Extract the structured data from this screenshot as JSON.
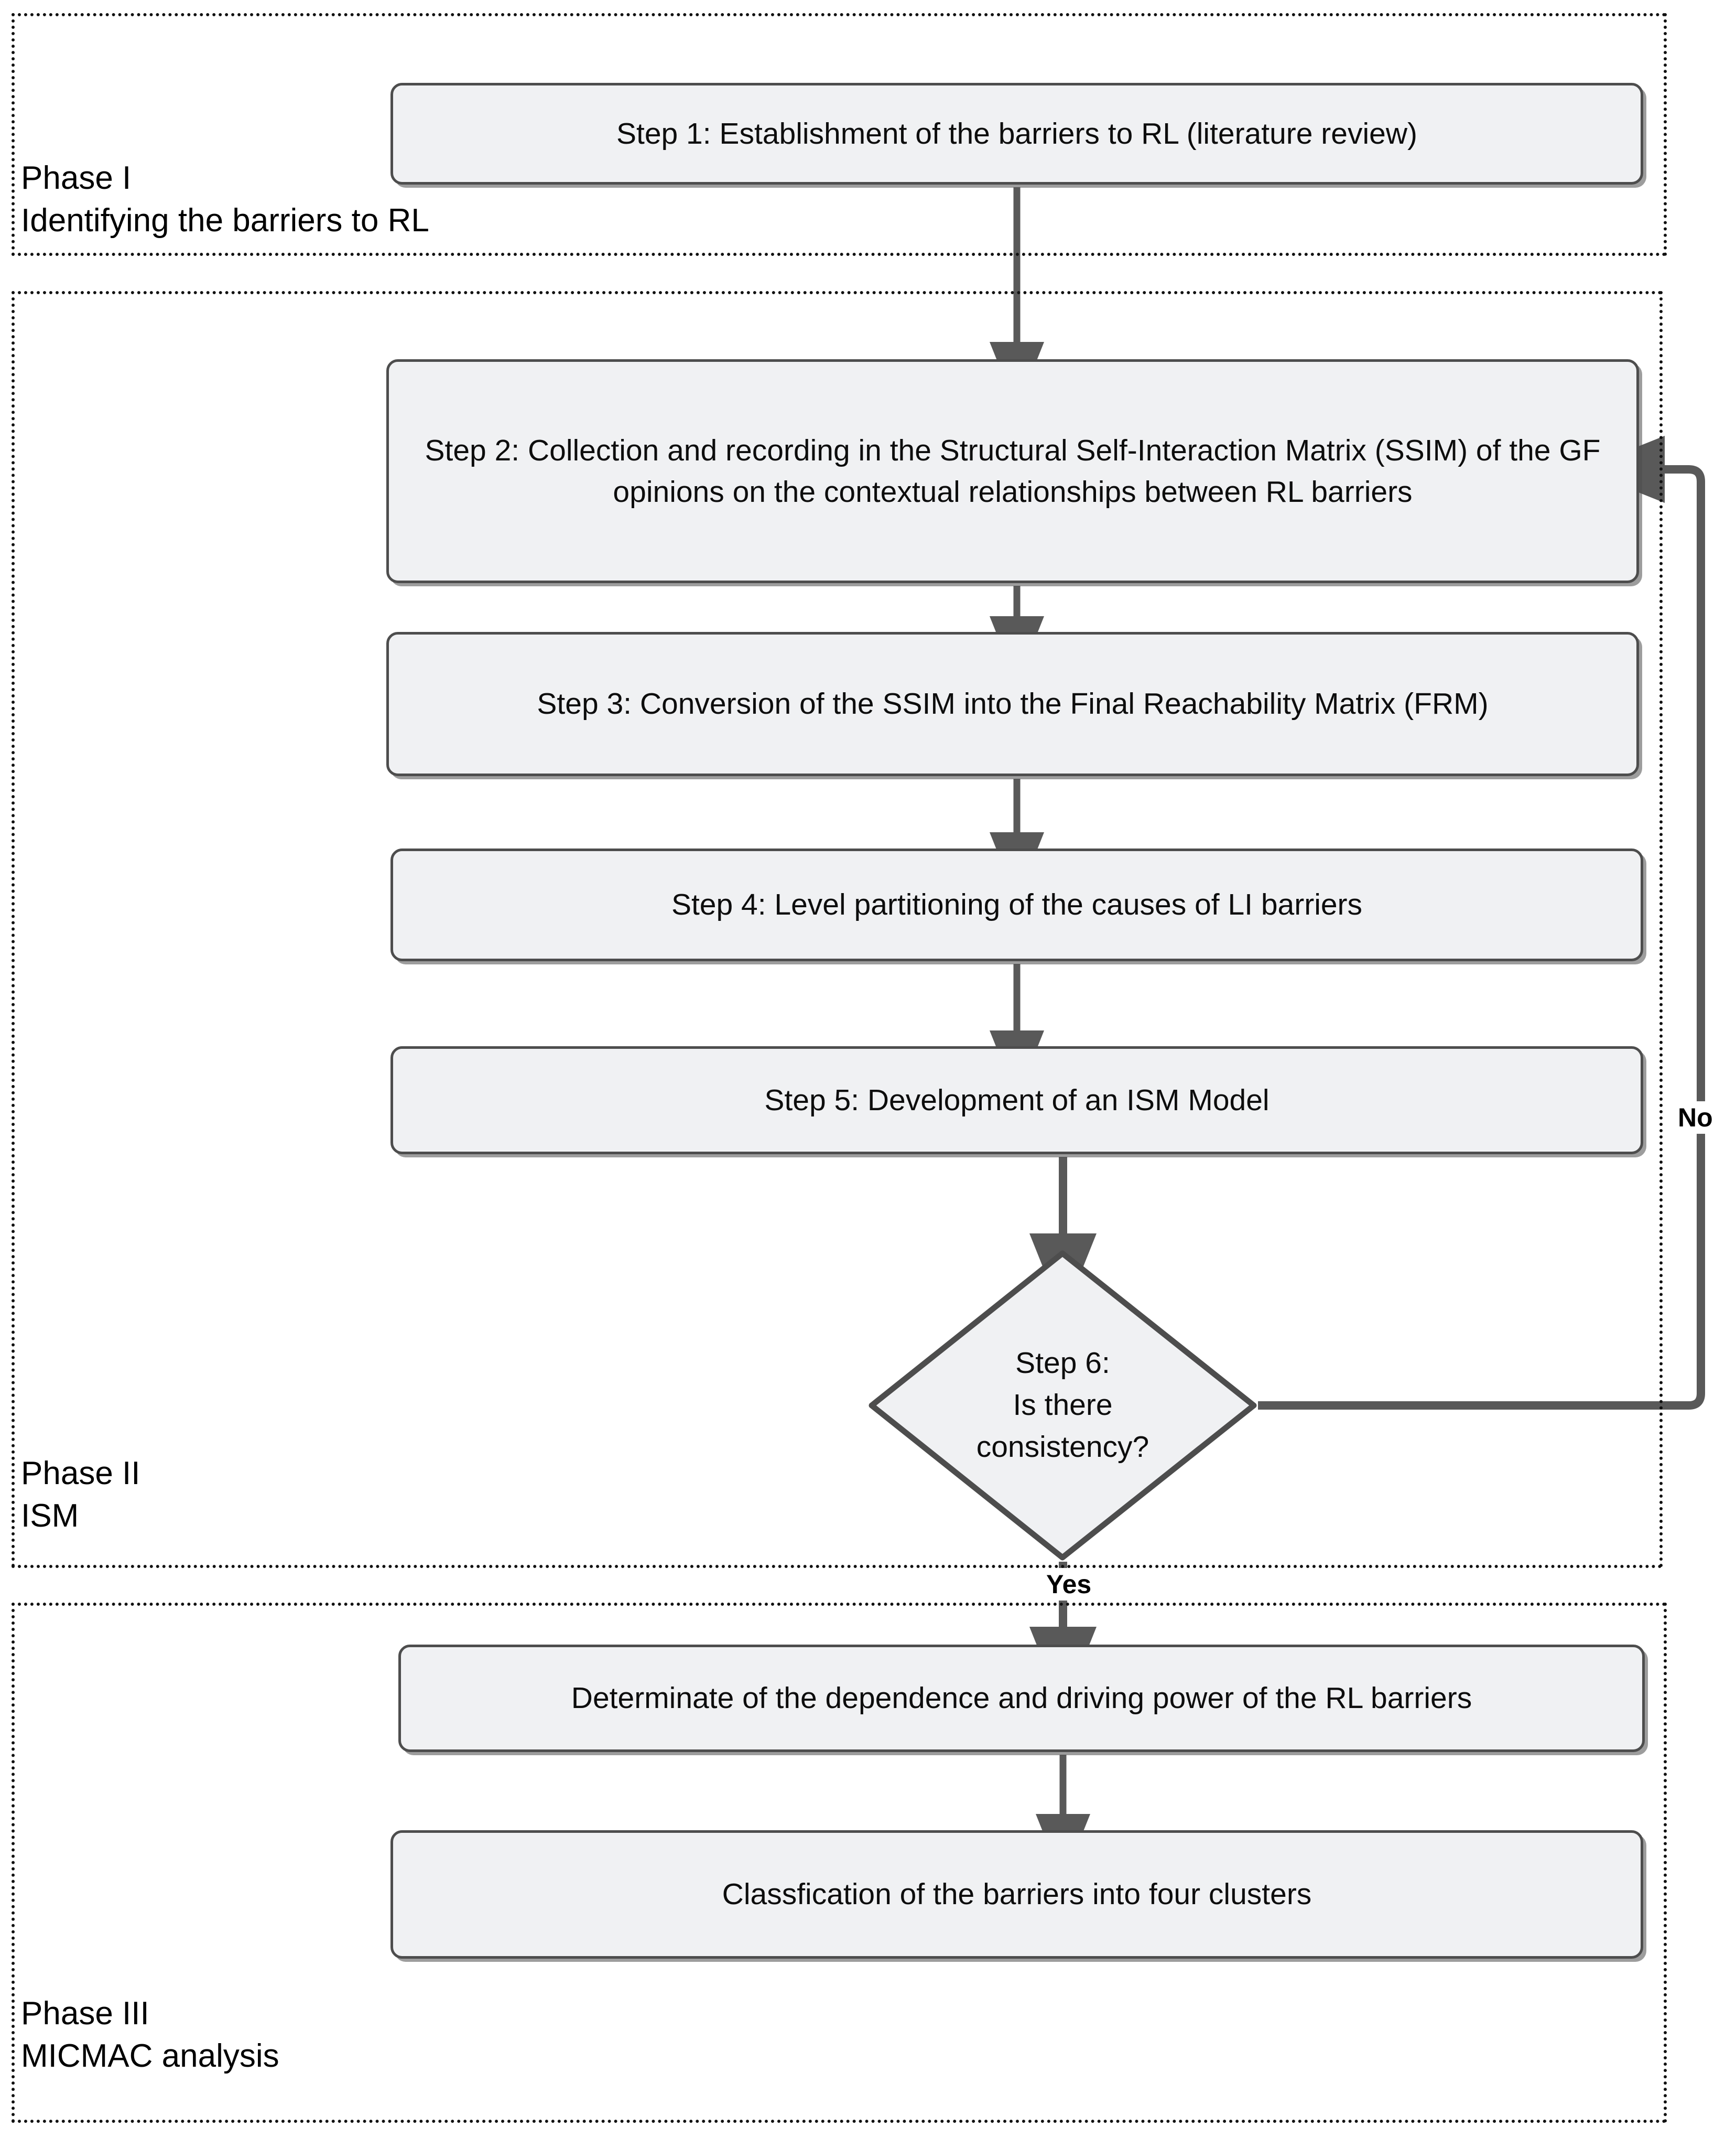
{
  "diagram": {
    "title": "ISM and MICMAC methodology flowchart for RL barriers",
    "type": "flowchart",
    "colors": {
      "node_fill": "#f0f1f3",
      "node_border": "#4d4d4d",
      "connector": "#595959",
      "phase_border": "#111111",
      "text": "#0d0d0d",
      "background": "#ffffff"
    }
  },
  "phases": [
    {
      "id": "phase-1",
      "name": "Phase I",
      "subtitle": "Identifying the barriers to RL",
      "label": "Phase I\nIdentifying the barriers to RL"
    },
    {
      "id": "phase-2",
      "name": "Phase II",
      "subtitle": "ISM",
      "label": "Phase II\nISM"
    },
    {
      "id": "phase-3",
      "name": "Phase III",
      "subtitle": "MICMAC analysis",
      "label": "Phase III\nMICMAC analysis"
    }
  ],
  "nodes": {
    "step1": {
      "shape": "process",
      "text": "Step 1: Establishment of the barriers to RL (literature review)"
    },
    "step2": {
      "shape": "process",
      "text": "Step 2: Collection and recording in the Structural Self-Interaction Matrix (SSIM) of the GF opinions on the contextual relationships between RL barriers"
    },
    "step3": {
      "shape": "process",
      "text": "Step 3: Conversion of the SSIM into the Final Reachability Matrix (FRM)"
    },
    "step4": {
      "shape": "process",
      "text": "Step 4: Level partitioning of the causes of LI barriers"
    },
    "step5": {
      "shape": "process",
      "text": "Step 5: Development of an ISM Model"
    },
    "decision": {
      "shape": "decision",
      "line1": "Step 6:",
      "line2": "Is there",
      "line3": "consistency?"
    },
    "micmac1": {
      "shape": "process",
      "text": "Determinate of the dependence and driving power of the RL barriers"
    },
    "micmac2": {
      "shape": "process",
      "text": "Classfication of the barriers into four clusters"
    }
  },
  "edge_labels": {
    "no": "No",
    "yes": "Yes"
  },
  "edges": [
    {
      "from": "step1",
      "to": "step2",
      "label": ""
    },
    {
      "from": "step2",
      "to": "step3",
      "label": ""
    },
    {
      "from": "step3",
      "to": "step4",
      "label": ""
    },
    {
      "from": "step4",
      "to": "step5",
      "label": ""
    },
    {
      "from": "step5",
      "to": "decision",
      "label": ""
    },
    {
      "from": "decision",
      "to": "step2",
      "label": "No"
    },
    {
      "from": "decision",
      "to": "micmac1",
      "label": "Yes"
    },
    {
      "from": "micmac1",
      "to": "micmac2",
      "label": ""
    }
  ]
}
